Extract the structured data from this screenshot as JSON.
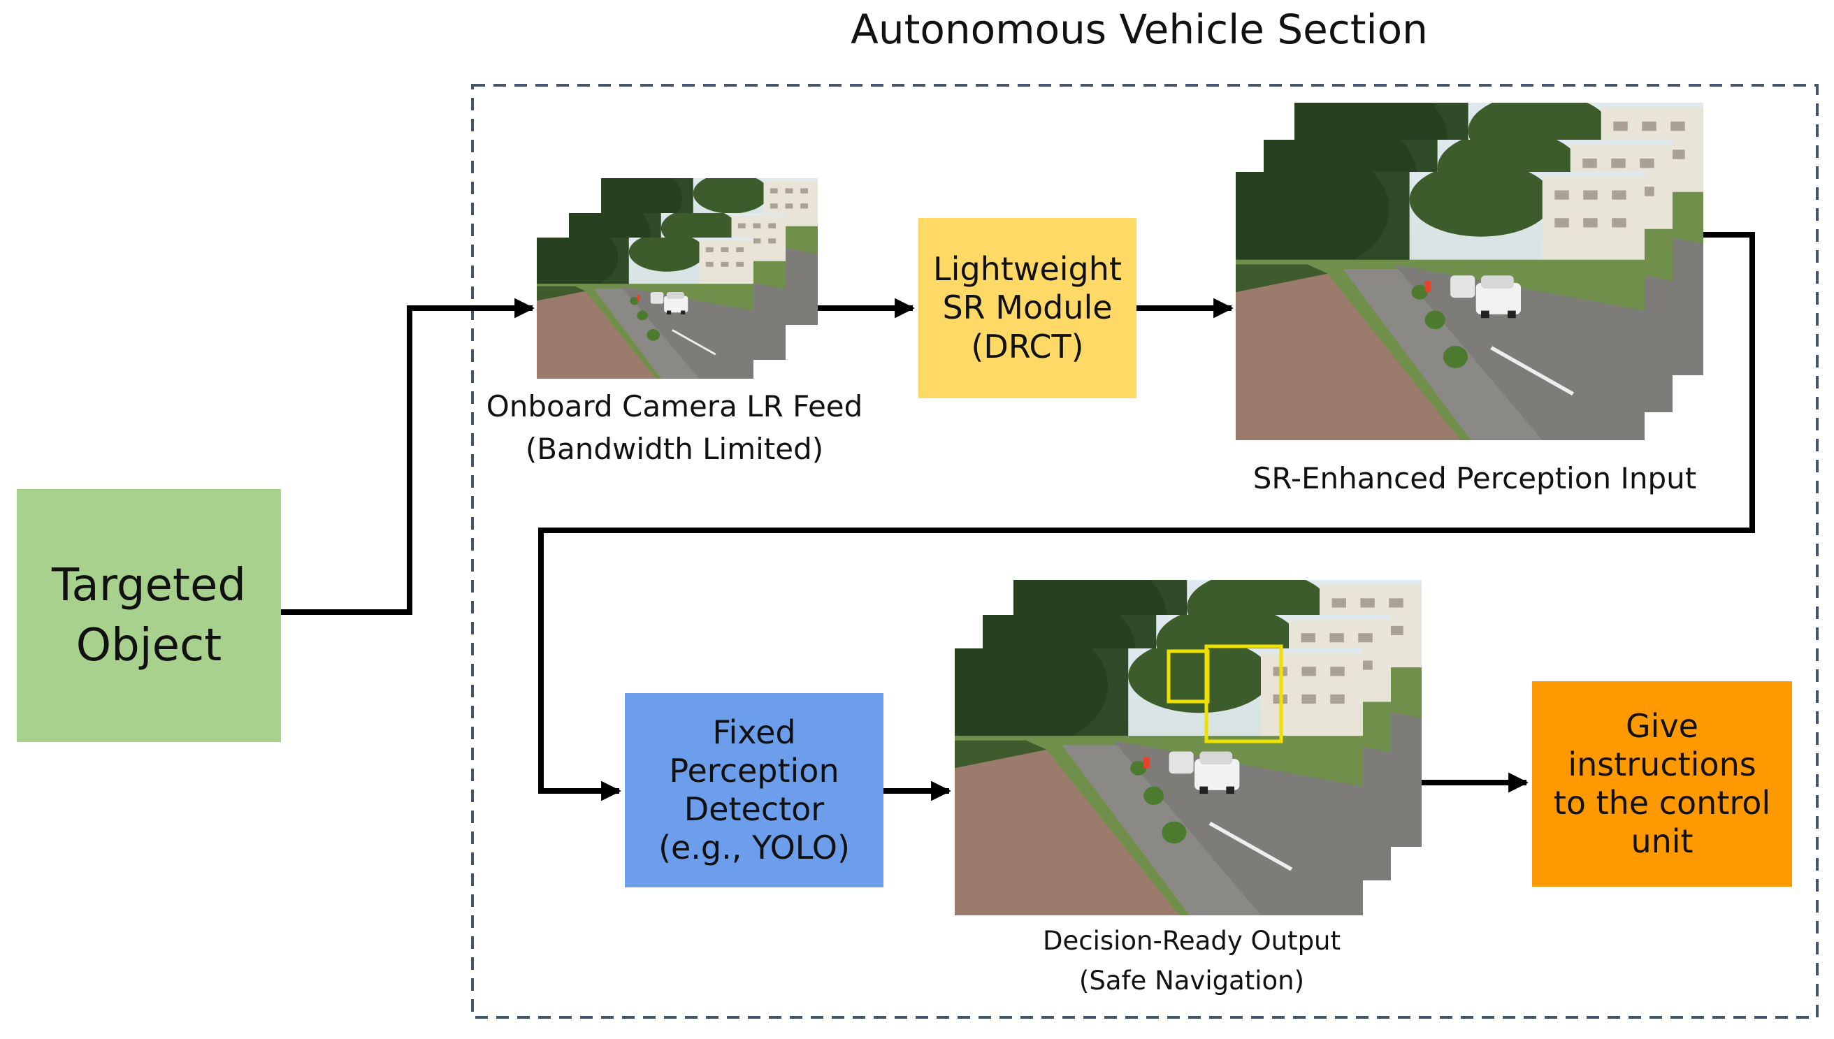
{
  "title": "Autonomous Vehicle Section",
  "nodes": {
    "targeted_object": [
      "Targeted",
      "Object"
    ],
    "sr_module": [
      "Lightweight",
      "SR Module",
      "(DRCT)"
    ],
    "detector": [
      "Fixed",
      "Perception",
      "Detector",
      "(e.g., YOLO)"
    ],
    "instructions": [
      "Give",
      "instructions",
      "to the control",
      "unit"
    ]
  },
  "captions": {
    "lr_feed": [
      "Onboard Camera LR Feed",
      "(Bandwidth Limited)"
    ],
    "sr_input": [
      "SR-Enhanced Perception Input"
    ],
    "output": [
      "Decision-Ready Output",
      "(Safe Navigation)"
    ]
  },
  "colors": {
    "targeted_object": "#a9d18e",
    "sr_module": "#ffd966",
    "detector": "#6d9eeb",
    "instructions": "#ff9900",
    "dashed_border": "#44546a",
    "detection_box": "#f0e000"
  },
  "icons": [
    "road-scene-image",
    "arrow-right-icon"
  ]
}
